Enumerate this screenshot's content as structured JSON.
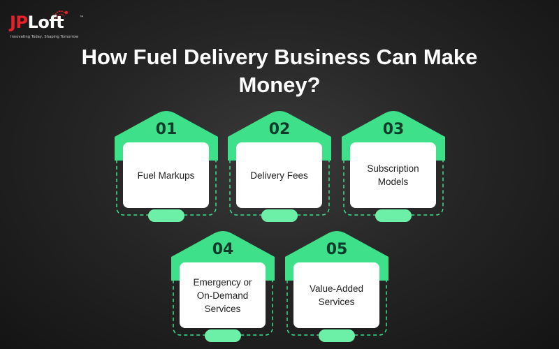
{
  "logo": {
    "part1": "JP",
    "part2": "Loft",
    "tm": "™",
    "tagline": "Innovating Today, Shaping Tomorrow"
  },
  "title": "How Fuel Delivery Business Can Make\nMoney?",
  "colors": {
    "accent_green": "#3fe08a",
    "accent_green_light": "#6cf0a8",
    "number_text": "#0e3b2b",
    "brand_red": "#e8202a",
    "card_bg": "#ffffff",
    "background": "#1e1e1e"
  },
  "items": [
    {
      "number": "01",
      "label": "Fuel Markups"
    },
    {
      "number": "02",
      "label": "Delivery Fees"
    },
    {
      "number": "03",
      "label": "Subscription\nModels"
    },
    {
      "number": "04",
      "label": "Emergency or\nOn-Demand\nServices"
    },
    {
      "number": "05",
      "label": "Value-Added\nServices"
    }
  ]
}
